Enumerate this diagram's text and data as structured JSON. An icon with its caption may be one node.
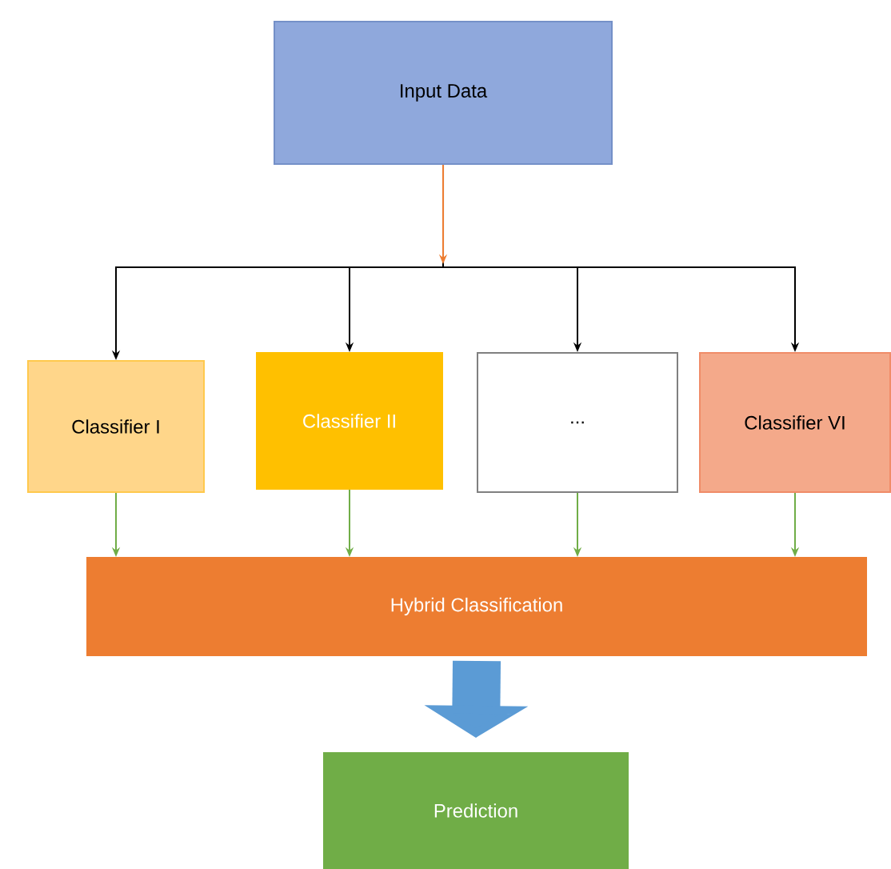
{
  "diagram": {
    "nodes": [
      {
        "text": [
          "Input Data"
        ]
      },
      {
        "text": [
          "Classifier I"
        ]
      },
      {
        "text": [
          "Classifier II"
        ]
      },
      {
        "text": [
          "..."
        ]
      },
      {
        "text": [
          "Classifier VI"
        ]
      },
      {
        "text": [
          "Hybrid Classification"
        ]
      },
      {
        "text": [
          "Prediction"
        ]
      }
    ],
    "edges": [
      {
        "from": 0,
        "to": null,
        "arrow": "to",
        "color": "#ed7d31"
      },
      {
        "from": 0,
        "to": 1,
        "arrow": "to"
      },
      {
        "from": 0,
        "to": 2,
        "arrow": "to"
      },
      {
        "from": 0,
        "to": 3,
        "arrow": "to"
      },
      {
        "from": 0,
        "to": 4,
        "arrow": "to"
      },
      {
        "from": 1,
        "to": 5,
        "arrow": "to",
        "color": "#70ad47"
      },
      {
        "from": 2,
        "to": 5,
        "arrow": "to",
        "color": "#70ad47"
      },
      {
        "from": 3,
        "to": 5,
        "arrow": "to",
        "color": "#70ad47"
      },
      {
        "from": 4,
        "to": 5,
        "arrow": "to",
        "color": "#70ad47"
      },
      {
        "from": 5,
        "to": 6,
        "arrow": "to",
        "style": "thick",
        "color": "#5b9bd5"
      }
    ]
  }
}
